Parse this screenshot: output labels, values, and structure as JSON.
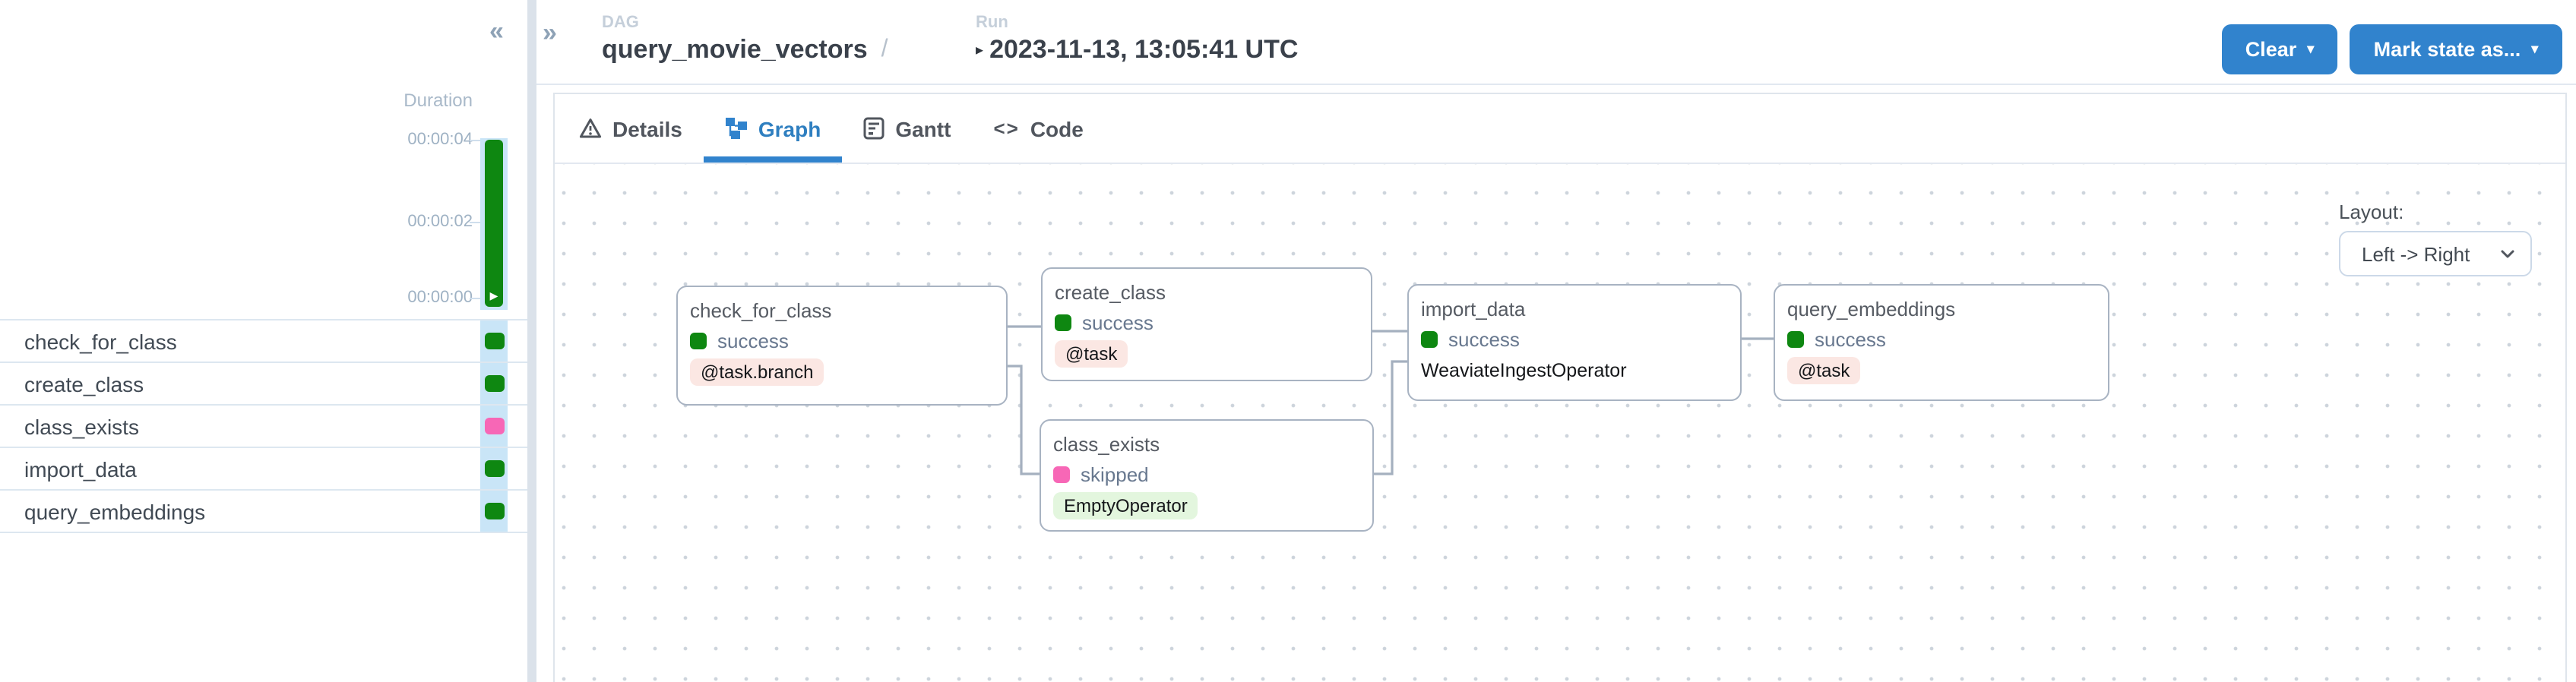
{
  "sidebar": {
    "collapse_icon": "«",
    "duration_label": "Duration",
    "axis_ticks": [
      {
        "label": "00:00:04"
      },
      {
        "label": "00:00:02"
      },
      {
        "label": "00:00:00"
      }
    ],
    "run_bar": {
      "status": "success",
      "play_icon": "▶"
    },
    "tasks": [
      {
        "name": "check_for_class",
        "status": "success"
      },
      {
        "name": "create_class",
        "status": "success"
      },
      {
        "name": "class_exists",
        "status": "skipped"
      },
      {
        "name": "import_data",
        "status": "success"
      },
      {
        "name": "query_embeddings",
        "status": "success"
      }
    ]
  },
  "header": {
    "expand_icon": "»",
    "dag_label": "DAG",
    "dag_name": "query_movie_vectors",
    "separator": "/",
    "run_label": "Run",
    "run_type_icon": "▸",
    "run_value": "2023-11-13, 13:05:41 UTC",
    "buttons": [
      {
        "label": "Clear",
        "caret": "▾"
      },
      {
        "label": "Mark state as...",
        "caret": "▾"
      }
    ]
  },
  "tabs": [
    {
      "label": "Details",
      "active": false
    },
    {
      "label": "Graph",
      "active": true
    },
    {
      "label": "Gantt",
      "active": false
    },
    {
      "label": "Code",
      "active": false,
      "glyph": "<>"
    }
  ],
  "canvas": {
    "layout_label": "Layout:",
    "layout_value": "Left -> Right",
    "nodes": [
      {
        "title": "check_for_class",
        "status": "success",
        "operator": "@task.branch",
        "operator_style": "pink"
      },
      {
        "title": "create_class",
        "status": "success",
        "operator": "@task",
        "operator_style": "pink"
      },
      {
        "title": "class_exists",
        "status": "skipped",
        "operator": "EmptyOperator",
        "operator_style": "green"
      },
      {
        "title": "import_data",
        "status": "success",
        "operator": "WeaviateIngestOperator",
        "operator_style": "plain"
      },
      {
        "title": "query_embeddings",
        "status": "success",
        "operator": "@task",
        "operator_style": "pink"
      }
    ],
    "edges": [
      {
        "from": "check_for_class",
        "to": "create_class"
      },
      {
        "from": "check_for_class",
        "to": "class_exists"
      },
      {
        "from": "create_class",
        "to": "import_data"
      },
      {
        "from": "class_exists",
        "to": "import_data"
      },
      {
        "from": "import_data",
        "to": "query_embeddings"
      }
    ]
  },
  "colors": {
    "accent_blue": "#3183cd",
    "active_tab_blue": "#2f7fc0",
    "success_green": "#0e8711",
    "skipped_pink": "#f767b6",
    "task_decorator_badge_bg": "#fbe7e3",
    "operator_green_badge_bg": "#e3f6de",
    "selected_column_blue": "#c9e5f7",
    "node_border": "#a8b3c2",
    "edge_gray": "#a5b0bf"
  }
}
